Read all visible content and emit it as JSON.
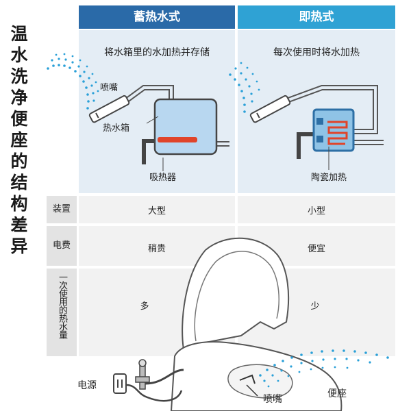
{
  "side_title": [
    "温",
    "水",
    "洗",
    "净",
    "便",
    "座",
    "的",
    "结",
    "构",
    "差",
    "异"
  ],
  "columns": {
    "left": {
      "header": "蓄热水式",
      "description": "将水箱里的水加热并存储"
    },
    "right": {
      "header": "即热式",
      "description": "每次使用时将水加热"
    }
  },
  "labels_left": {
    "nozzle": "喷嘴",
    "tank": "热水箱",
    "heater": "吸热器"
  },
  "labels_right": {
    "heater": "陶瓷加热"
  },
  "rows": [
    {
      "label": "装置",
      "left": "大型",
      "right": "小型"
    },
    {
      "label": "电费",
      "left": "稍贵",
      "right": "便宜"
    },
    {
      "label": "一次使用的热水量",
      "left": "多",
      "right": "少"
    }
  ],
  "bottom_labels": {
    "power": "电源",
    "nozzle": "喷嘴",
    "seat": "便座"
  },
  "colors": {
    "header_left": "#2a6aa8",
    "header_right": "#2fa2d4",
    "panel_bg": "#e4edf5",
    "heater": "#e0442a",
    "water_dots": "#2aa0d8"
  }
}
